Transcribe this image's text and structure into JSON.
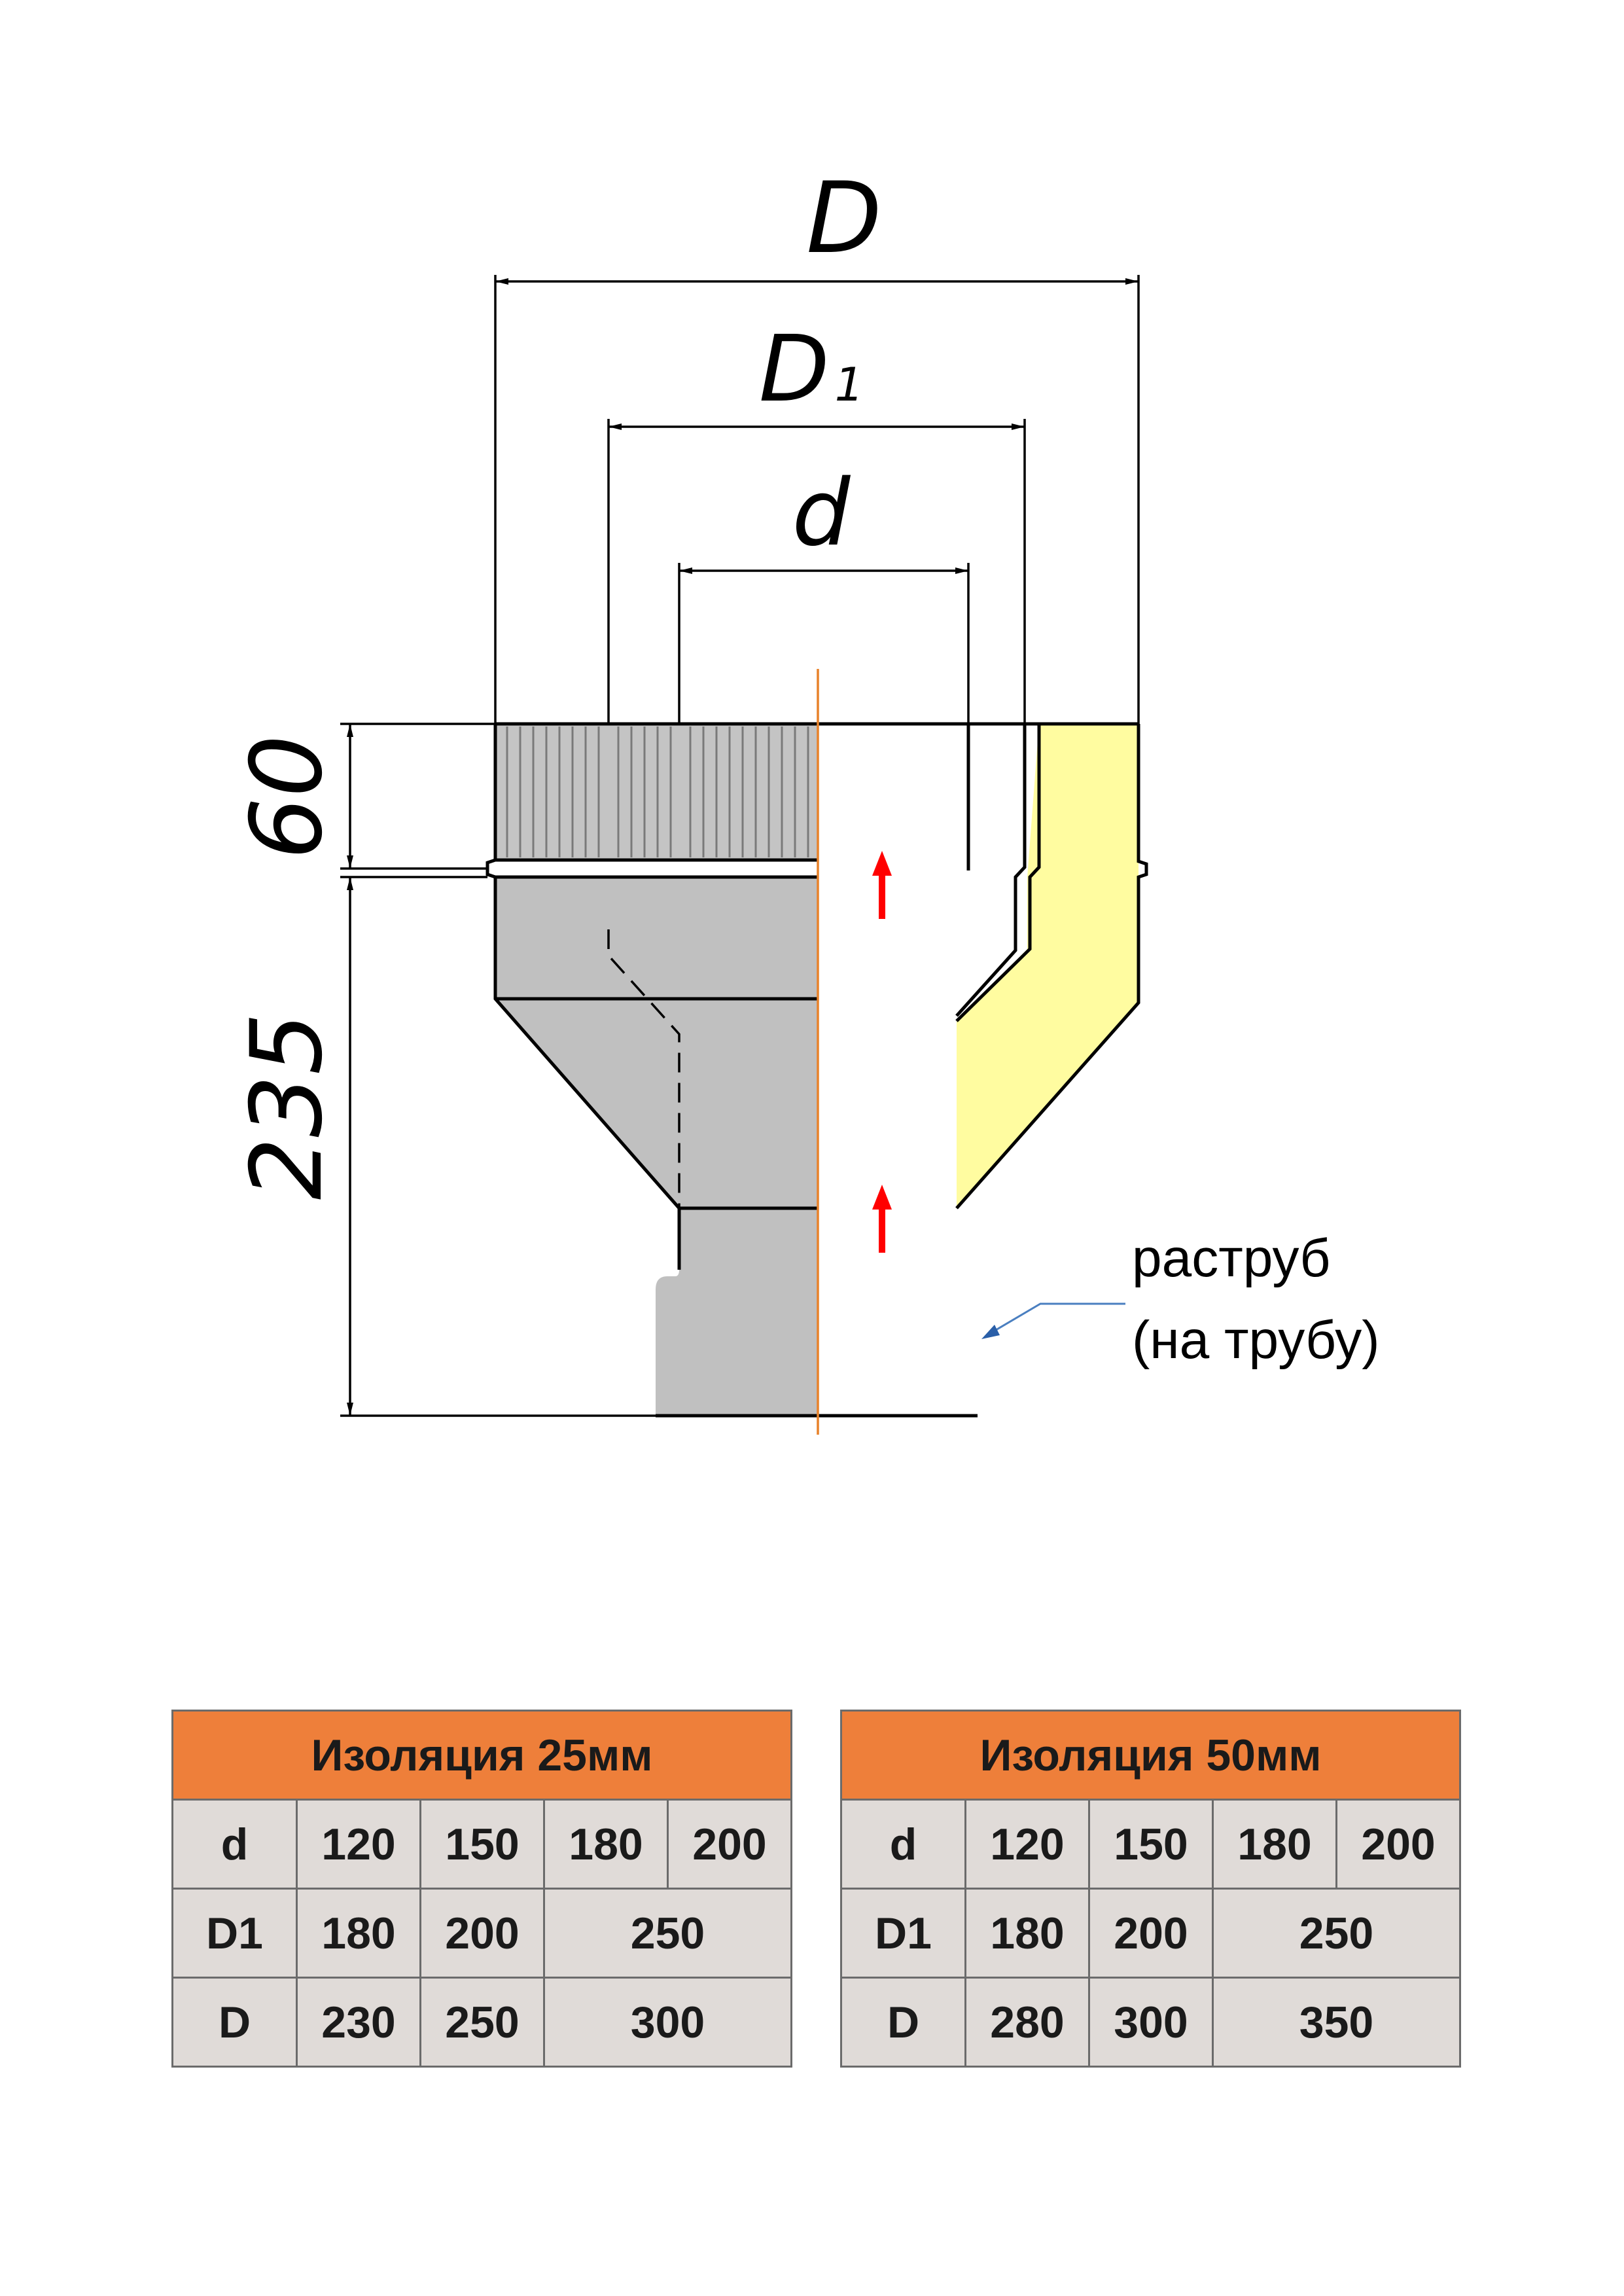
{
  "dimensions": {
    "D": "D",
    "D1_main": "D",
    "D1_sub": "1",
    "d": "d",
    "h60": "60",
    "h235": "235"
  },
  "callout": {
    "line1": "раструб",
    "line2": "(на трубу)"
  },
  "colors": {
    "insulation": "#fffca0",
    "metal": "#c0c0c0",
    "header": "#ee7f3a",
    "cell": "#e0dbd8",
    "axis": "#e8822a",
    "arrow": "#ff0000"
  },
  "tables": [
    {
      "title": "Изоляция 25мм",
      "rows": [
        {
          "label": "d",
          "cells": [
            "120",
            "150",
            "180",
            "200"
          ]
        },
        {
          "label": "D1",
          "cells": [
            "180",
            "200",
            "250"
          ]
        },
        {
          "label": "D",
          "cells": [
            "230",
            "250",
            "300"
          ]
        }
      ]
    },
    {
      "title": "Изоляция 50мм",
      "rows": [
        {
          "label": "d",
          "cells": [
            "120",
            "150",
            "180",
            "200"
          ]
        },
        {
          "label": "D1",
          "cells": [
            "180",
            "200",
            "250"
          ]
        },
        {
          "label": "D",
          "cells": [
            "280",
            "300",
            "350"
          ]
        }
      ]
    }
  ]
}
